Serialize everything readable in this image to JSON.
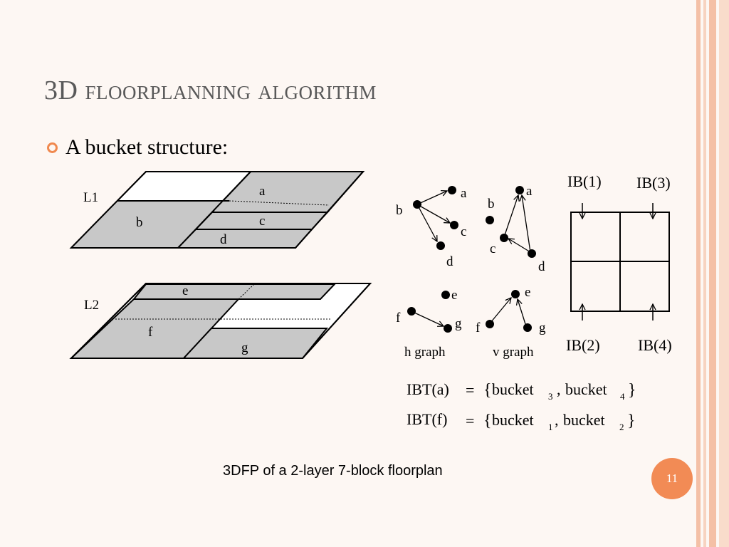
{
  "slide": {
    "title": "3D floorplanning algorithm",
    "bullet": "A bucket structure:",
    "caption": "3DFP of a 2-layer 7-block floorplan",
    "page_number": "11",
    "accent_color": "#f28b55"
  },
  "floorplan": {
    "layer1": {
      "label": "L1",
      "blocks": [
        "a",
        "b",
        "c",
        "d"
      ]
    },
    "layer2": {
      "label": "L2",
      "blocks": [
        "e",
        "f",
        "g"
      ]
    }
  },
  "graphs": {
    "h_graph_label": "h graph",
    "v_graph_label": "v graph",
    "nodes_top_left": [
      "a",
      "b",
      "c",
      "d"
    ],
    "nodes_top_right": [
      "a",
      "b",
      "c",
      "d"
    ],
    "nodes_bottom_left": [
      "e",
      "f",
      "g"
    ],
    "nodes_bottom_right": [
      "e",
      "f",
      "g"
    ]
  },
  "buckets": {
    "ib1": "IB(1)",
    "ib2": "IB(2)",
    "ib3": "IB(3)",
    "ib4": "IB(4)"
  },
  "formulas": {
    "ibt_a": {
      "lhs": "IBT(a)",
      "eq": "=",
      "open": "{",
      "b1": "bucket",
      "s1": "3",
      "comma": ",",
      "b2": "bucket",
      "s2": "4",
      "close": "}"
    },
    "ibt_f": {
      "lhs": "IBT(f)",
      "eq": "=",
      "open": "{",
      "b1": "bucket",
      "s1": "1",
      "comma": ",",
      "b2": "bucket",
      "s2": "2",
      "close": "}"
    }
  }
}
